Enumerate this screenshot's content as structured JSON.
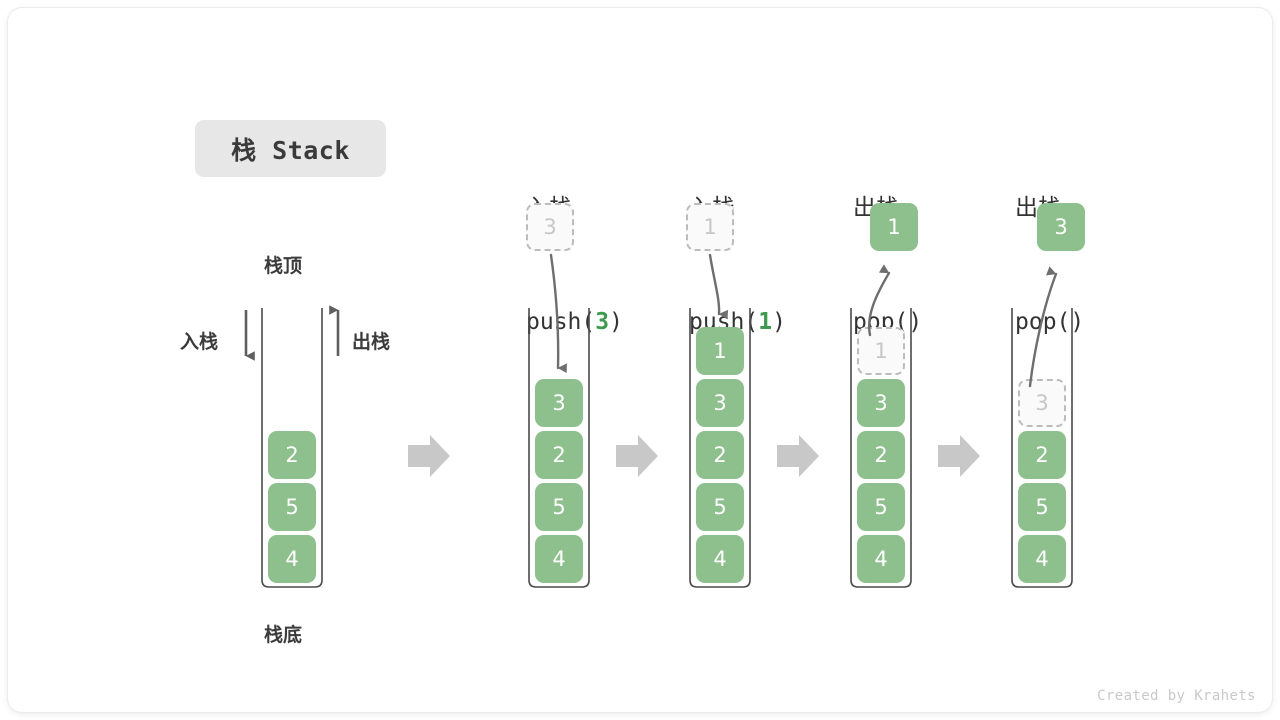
{
  "meta": {
    "credit": "Created by Krahets",
    "colors": {
      "cell_fill": "#8dc08d",
      "cell_text": "#ffffff",
      "ghost_fill": "#fafafa",
      "ghost_border": "#bcbcbc",
      "ghost_text": "#c7c7c7",
      "accent_green": "#3e9a4e",
      "frame_stroke": "#4a4a4a",
      "step_arrow": "#c8c8c8",
      "curve_arrow": "#6e6e6e",
      "title_bg": "#e7e7e7",
      "text_dark": "#333333"
    }
  },
  "title": {
    "label": "栈 Stack"
  },
  "legend": {
    "top_label": "栈顶",
    "bottom_label": "栈底",
    "push_label": "入栈",
    "pop_label": "出栈"
  },
  "base_stack": {
    "cells": [
      "2",
      "5",
      "4"
    ]
  },
  "steps": [
    {
      "id": "push-3",
      "head_cjk": "入栈",
      "head_code_prefix": "push(",
      "head_code_value": "3",
      "head_code_suffix": ")",
      "incoming": {
        "value": "3",
        "style": "ghost"
      },
      "cells": [
        "3",
        "2",
        "5",
        "4"
      ],
      "ghost_index": -1
    },
    {
      "id": "push-1",
      "head_cjk": "入栈",
      "head_code_prefix": "push(",
      "head_code_value": "1",
      "head_code_suffix": ")",
      "incoming": {
        "value": "1",
        "style": "ghost"
      },
      "cells": [
        "1",
        "3",
        "2",
        "5",
        "4"
      ],
      "ghost_index": -1
    },
    {
      "id": "pop-1",
      "head_cjk": "出栈",
      "head_code_prefix": "pop(",
      "head_code_value": "",
      "head_code_suffix": ")",
      "outgoing": {
        "value": "1",
        "style": "filled"
      },
      "cells": [
        "1",
        "3",
        "2",
        "5",
        "4"
      ],
      "ghost_index": 0
    },
    {
      "id": "pop-3",
      "head_cjk": "出栈",
      "head_code_prefix": "pop(",
      "head_code_value": "",
      "head_code_suffix": ")",
      "outgoing": {
        "value": "3",
        "style": "filled"
      },
      "cells": [
        "3",
        "2",
        "5",
        "4"
      ],
      "ghost_index": 0
    }
  ],
  "step_separators": [
    "arrow-right",
    "arrow-right",
    "arrow-right",
    "arrow-right"
  ]
}
